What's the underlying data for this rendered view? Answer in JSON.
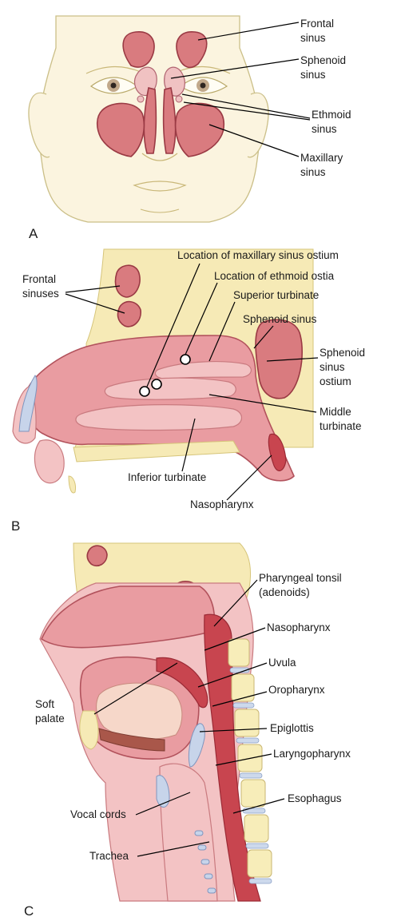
{
  "panels": {
    "a": {
      "letter": "A",
      "labels": {
        "frontal": [
          "Frontal",
          "sinus"
        ],
        "sphenoid": [
          "Sphenoid",
          "sinus"
        ],
        "ethmoid": [
          "Ethmoid",
          "sinus"
        ],
        "maxillary": [
          "Maxillary",
          "sinus"
        ]
      }
    },
    "b": {
      "letter": "B",
      "labels": {
        "frontal_sinuses": [
          "Frontal",
          "sinuses"
        ],
        "maxillary_ostium": "Location of maxillary sinus ostium",
        "ethmoid_ostia": "Location of ethmoid ostia",
        "superior_turbinate": "Superior turbinate",
        "sphenoid_sinus": "Sphenoid sinus",
        "sphenoid_ostium": [
          "Sphenoid",
          "sinus",
          "ostium"
        ],
        "middle_turbinate": [
          "Middle",
          "turbinate"
        ],
        "inferior_turbinate": "Inferior turbinate",
        "nasopharynx": "Nasopharynx"
      }
    },
    "c": {
      "letter": "C",
      "labels": {
        "pharyngeal_tonsil": [
          "Pharyngeal tonsil",
          "(adenoids)"
        ],
        "nasopharynx": "Nasopharynx",
        "uvula": "Uvula",
        "oropharynx": "Oropharynx",
        "soft_palate": [
          "Soft",
          "palate"
        ],
        "epiglottis": "Epiglottis",
        "laryngopharynx": "Laryngopharynx",
        "esophagus": "Esophagus",
        "vocal_cords": "Vocal cords",
        "trachea": "Trachea"
      }
    }
  }
}
